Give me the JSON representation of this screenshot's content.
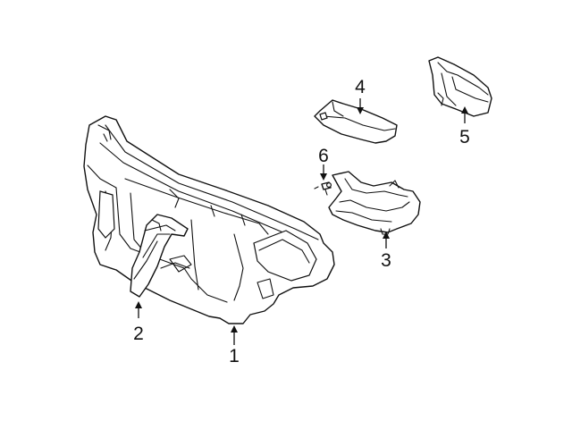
{
  "diagram": {
    "callouts": {
      "c1": "1",
      "c2": "2",
      "c3": "3",
      "c4": "4",
      "c5": "5",
      "c6": "6"
    },
    "colors": {
      "line": "#111111",
      "background": "#ffffff"
    }
  }
}
